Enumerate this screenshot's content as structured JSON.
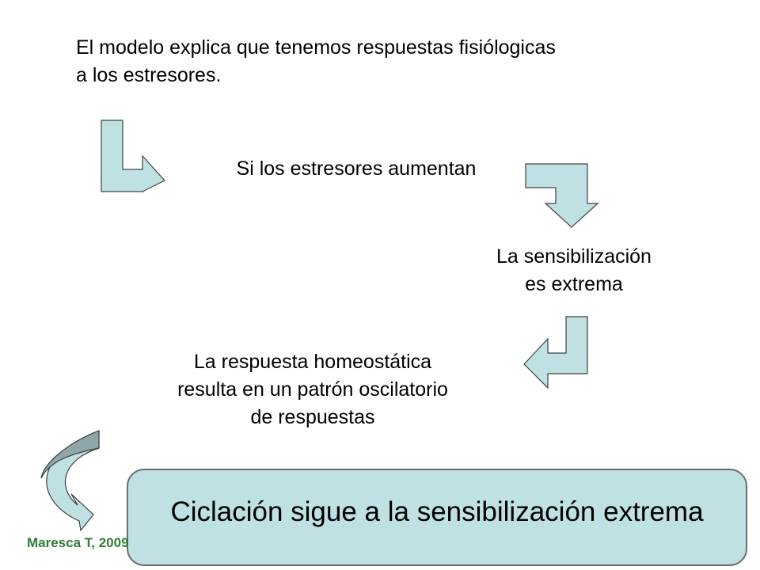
{
  "intro": {
    "line1": "El modelo explica que tenemos respuestas fisiólogicas",
    "line2": "a los estresores."
  },
  "step1": {
    "text": "Si los estresores aumentan"
  },
  "step2": {
    "line1": "La sensibilización",
    "line2": "es extrema"
  },
  "step3": {
    "line1": "La respuesta homeostática",
    "line2": "resulta en un patrón oscilatorio",
    "line3": "de respuestas"
  },
  "conclusion": {
    "text": "Ciclación sigue a la sensibilización extrema"
  },
  "credit": {
    "text": "Maresca T, 2009"
  },
  "colors": {
    "arrow_fill": "#bfe1e3",
    "arrow_dark": "#8fa6a8",
    "arrow_stroke": "#404040",
    "box_fill": "#bfe1e3",
    "credit": "#2e7d32"
  },
  "icons": [
    "bent-arrow-down-right-icon",
    "bent-arrow-right-down-icon",
    "bent-arrow-down-left-icon",
    "curved-arrow-icon"
  ]
}
